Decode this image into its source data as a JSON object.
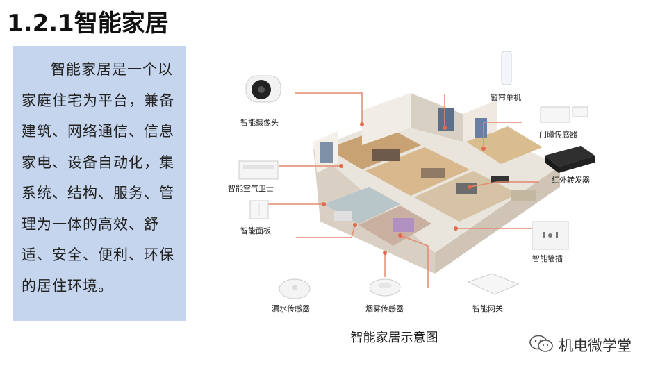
{
  "title": "1.2.1智能家居",
  "description": "智能家居是一个以家庭住宅为平台，兼备建筑、网络通信、信息家电、设备自动化，集系统、结构、服务、管理为一体的高效、舒适、安全、便利、环保的居住环境。",
  "figure": {
    "caption": "智能家居示意图",
    "devices": {
      "camera": "智能摄像头",
      "curtain": "窗帘单机",
      "door_sensor": "门磁传感器",
      "air_guard": "智能空气卫士",
      "ir_transmitter": "红外转发器",
      "panel": "智能面板",
      "socket": "智能墙插",
      "water_sensor": "漏水传感器",
      "smoke_sensor": "烟雾传感器",
      "gateway": "智能网关"
    }
  },
  "watermark": {
    "text": "机电微学堂",
    "icon": "wechat-icon"
  }
}
